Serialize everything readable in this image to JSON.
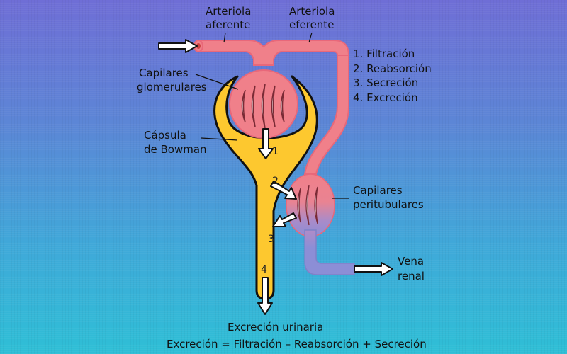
{
  "labels": {
    "afferent_line1": "Arteriola",
    "afferent_line2": "aferente",
    "efferent_line1": "Arteriola",
    "efferent_line2": "eferente",
    "glomerular_line1": "Capilares",
    "glomerular_line2": "glomerulares",
    "bowman_line1": "Cápsula",
    "bowman_line2": "de Bowman",
    "peritubular_line1": "Capilares",
    "peritubular_line2": "peritubulares",
    "vein_line1": "Vena",
    "vein_line2": "renal",
    "urinary": "Excreción urinaria",
    "equation": "Excreción = Filtración – Reabsorción + Secreción"
  },
  "steps": [
    "1. Filtración",
    "2. Reabsorción",
    "3. Secreción",
    "4. Excreción"
  ],
  "markers": [
    "1",
    "2",
    "3",
    "4"
  ],
  "colors": {
    "arterial": "#f0808a",
    "arterial_edge": "#e8687a",
    "venous": "#8c8ed6",
    "tubule": "#fdc82f",
    "outline": "#111111"
  }
}
